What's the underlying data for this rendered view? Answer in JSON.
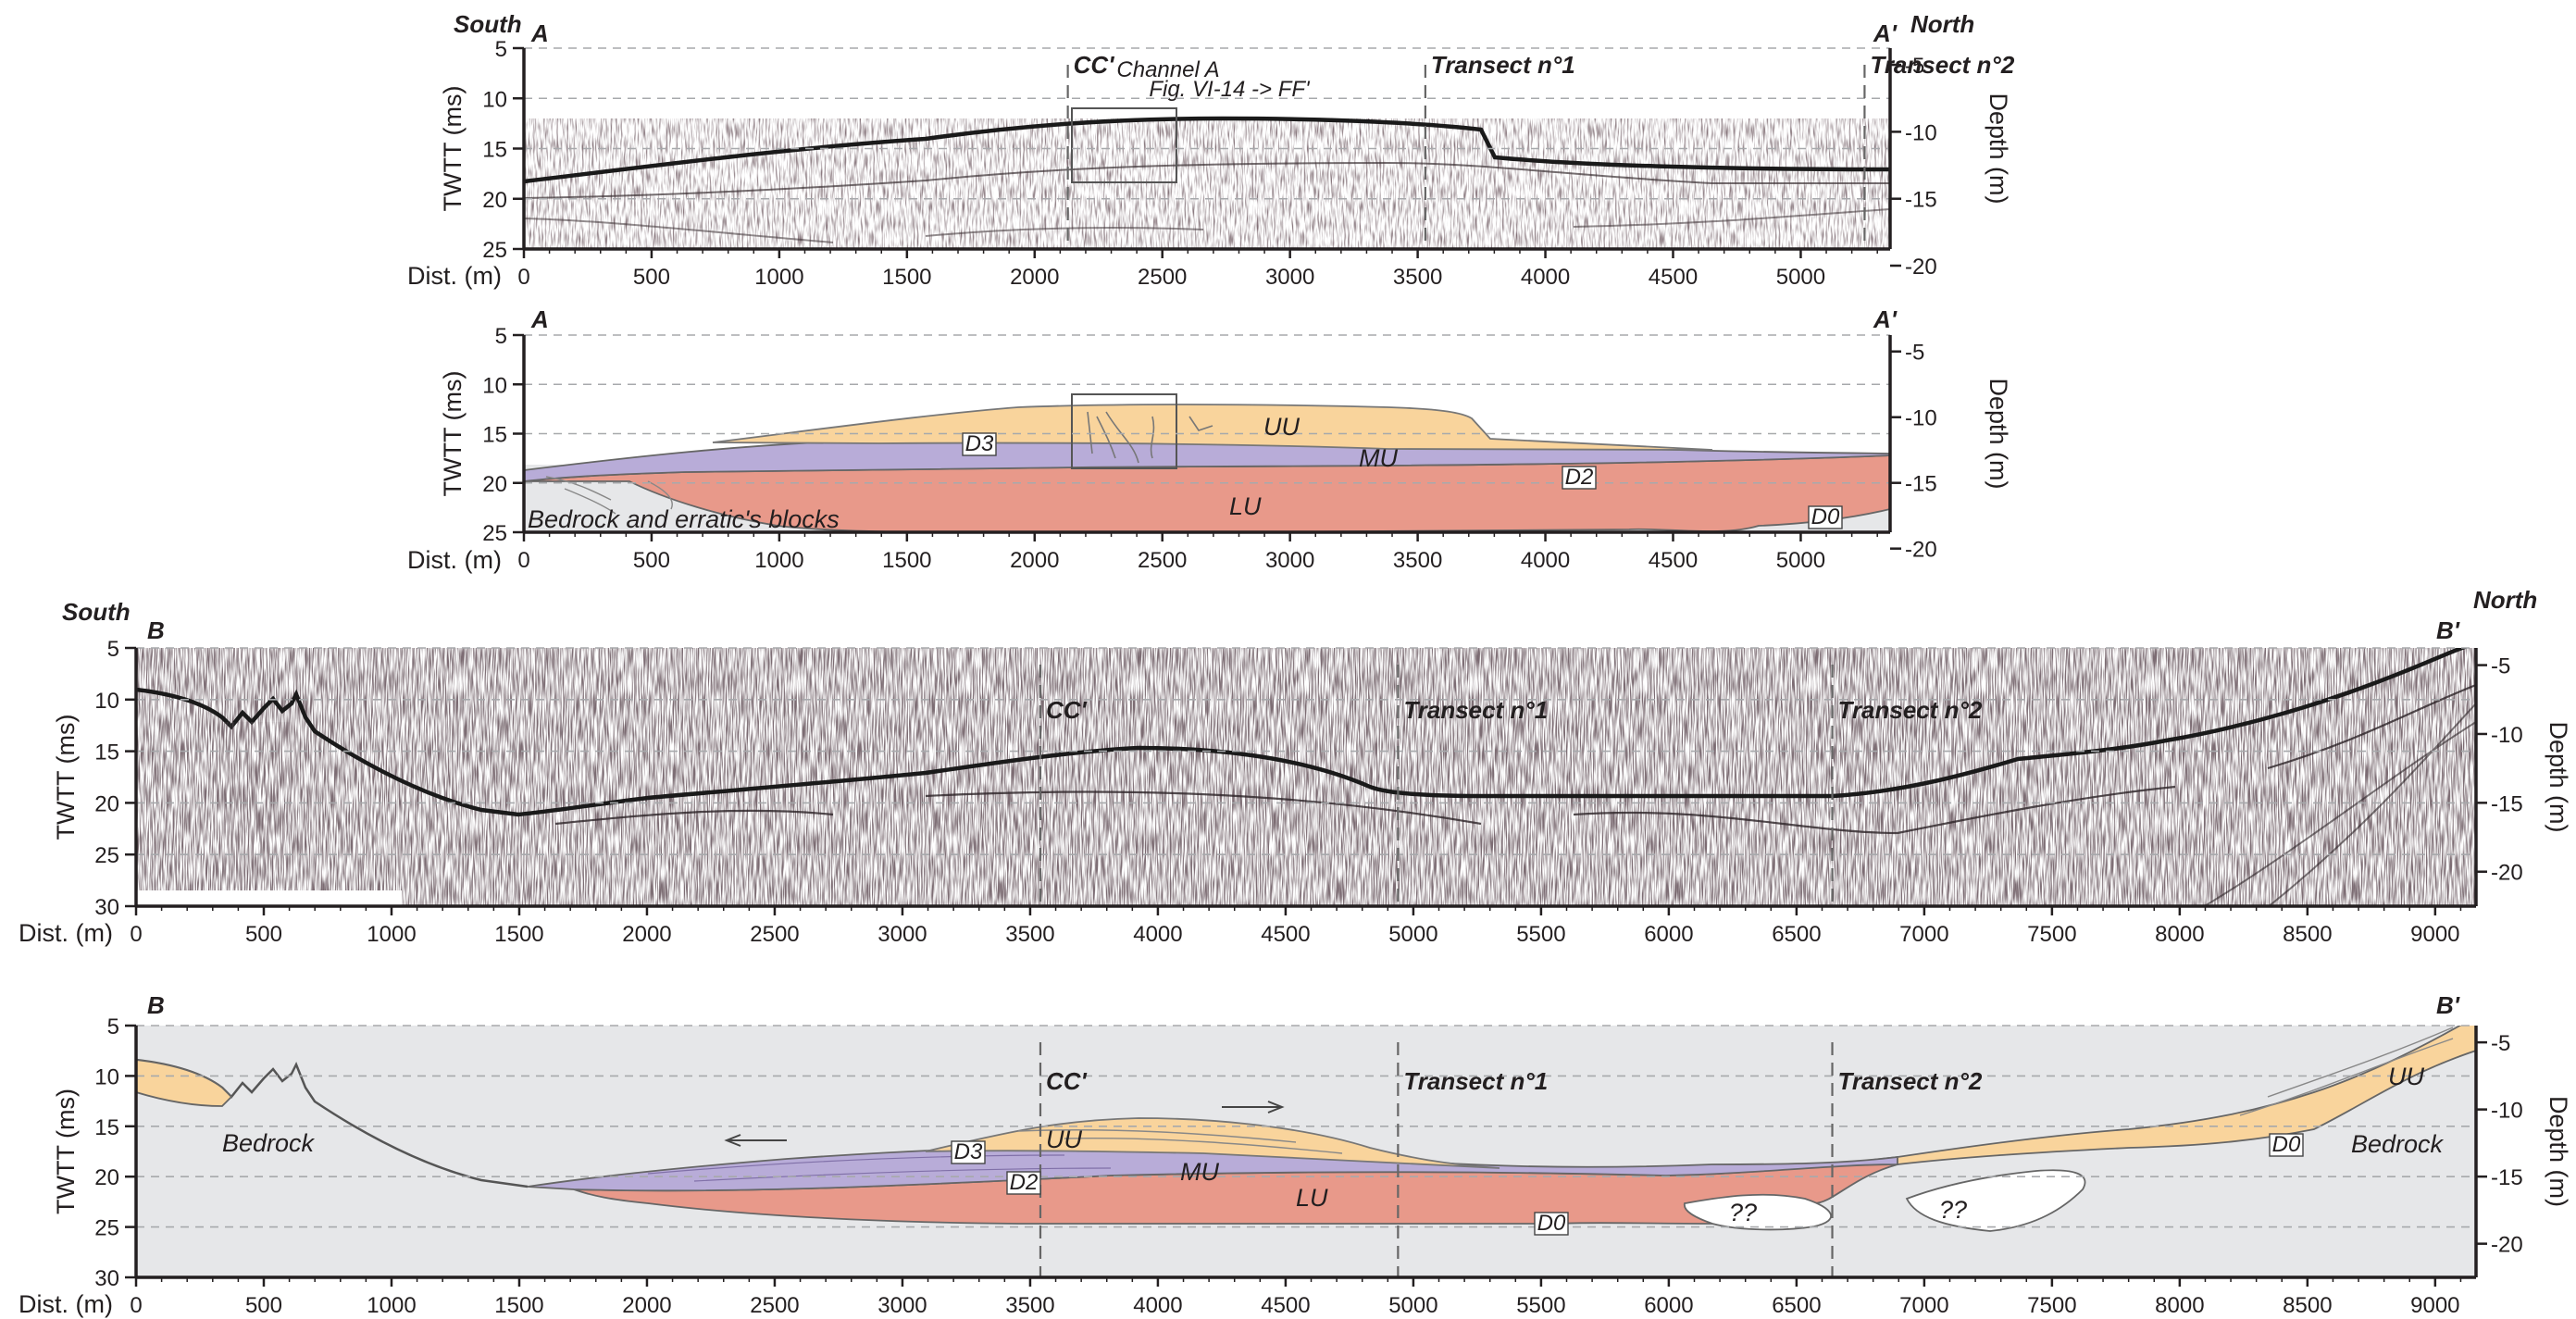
{
  "panels": [
    {
      "id": "p1",
      "type": "seismic",
      "corner_left": "A",
      "corner_right": "A'",
      "dir_left": "South",
      "dir_right": "North",
      "y_title": "TWTT (ms)",
      "depth_title": "Depth (m)",
      "x_title": "Dist. (m)",
      "x_ticks": [
        "0",
        "500",
        "1000",
        "1500",
        "2000",
        "2500",
        "3000",
        "3500",
        "4000",
        "4500",
        "5000"
      ],
      "x_tick_values": [
        0,
        500,
        1000,
        1500,
        2000,
        2500,
        3000,
        3500,
        4000,
        4500,
        5000
      ],
      "x_range": [
        0,
        5350
      ],
      "y_ticks": [
        "5",
        "10",
        "15",
        "20",
        "25"
      ],
      "y_tick_values": [
        5,
        10,
        15,
        20,
        25
      ],
      "y_range": [
        5,
        25
      ],
      "depth_ticks": [
        "-5",
        "-10",
        "-15",
        "-20"
      ],
      "depth_tick_values": [
        -5,
        -10,
        -15,
        -20
      ],
      "vlines": [
        {
          "dist": 2130,
          "label": "CC'"
        },
        {
          "dist": 3530,
          "label": "Transect n°1"
        },
        {
          "dist": 5250,
          "label": "Transect n°2"
        }
      ],
      "notes": [
        "Channel A",
        "Fig. VI-14 -> FF'"
      ]
    },
    {
      "id": "p2",
      "type": "interpretation",
      "corner_left": "A",
      "corner_right": "A'",
      "y_title": "TWTT (ms)",
      "depth_title": "Depth (m)",
      "x_title": "Dist. (m)",
      "x_ticks": [
        "0",
        "500",
        "1000",
        "1500",
        "2000",
        "2500",
        "3000",
        "3500",
        "4000",
        "4500",
        "5000"
      ],
      "x_tick_values": [
        0,
        500,
        1000,
        1500,
        2000,
        2500,
        3000,
        3500,
        4000,
        4500,
        5000
      ],
      "x_range": [
        0,
        5350
      ],
      "y_ticks": [
        "5",
        "10",
        "15",
        "20",
        "25"
      ],
      "y_tick_values": [
        5,
        10,
        15,
        20,
        25
      ],
      "y_range": [
        5,
        25
      ],
      "depth_ticks": [
        "-5",
        "-10",
        "-15",
        "-20"
      ],
      "depth_tick_values": [
        -5,
        -10,
        -15,
        -20
      ],
      "labels": {
        "uu": "UU",
        "mu": "MU",
        "lu": "LU",
        "d3": "D3",
        "d2": "D2",
        "d0": "D0",
        "bedrock": "Bedrock and erratic's blocks"
      }
    },
    {
      "id": "p3",
      "type": "seismic",
      "corner_left": "B",
      "corner_right": "B'",
      "dir_left": "South",
      "dir_right": "North",
      "y_title": "TWTT (ms)",
      "depth_title": "Depth (m)",
      "x_title": "Dist. (m)",
      "x_ticks": [
        "0",
        "500",
        "1000",
        "1500",
        "2000",
        "2500",
        "3000",
        "3500",
        "4000",
        "4500",
        "5000",
        "5500",
        "6000",
        "6500",
        "7000",
        "7500",
        "8000",
        "8500",
        "9000"
      ],
      "x_tick_values": [
        0,
        500,
        1000,
        1500,
        2000,
        2500,
        3000,
        3500,
        4000,
        4500,
        5000,
        5500,
        6000,
        6500,
        7000,
        7500,
        8000,
        8500,
        9000
      ],
      "x_range": [
        0,
        9160
      ],
      "y_ticks": [
        "5",
        "10",
        "15",
        "20",
        "25",
        "30"
      ],
      "y_tick_values": [
        5,
        10,
        15,
        20,
        25,
        30
      ],
      "y_range": [
        5,
        30
      ],
      "depth_ticks": [
        "-5",
        "-10",
        "-15",
        "-20"
      ],
      "depth_tick_values": [
        -5,
        -10,
        -15,
        -20
      ],
      "vlines": [
        {
          "dist": 3540,
          "label": "CC'"
        },
        {
          "dist": 4940,
          "label": "Transect n°1"
        },
        {
          "dist": 6640,
          "label": "Transect n°2"
        }
      ]
    },
    {
      "id": "p4",
      "type": "interpretation",
      "corner_left": "B",
      "corner_right": "B'",
      "y_title": "TWTT (ms)",
      "depth_title": "Depth (m)",
      "x_title": "Dist. (m)",
      "x_ticks": [
        "0",
        "500",
        "1000",
        "1500",
        "2000",
        "2500",
        "3000",
        "3500",
        "4000",
        "4500",
        "5000",
        "5500",
        "6000",
        "6500",
        "7000",
        "7500",
        "8000",
        "8500",
        "9000"
      ],
      "x_tick_values": [
        0,
        500,
        1000,
        1500,
        2000,
        2500,
        3000,
        3500,
        4000,
        4500,
        5000,
        5500,
        6000,
        6500,
        7000,
        7500,
        8000,
        8500,
        9000
      ],
      "x_range": [
        0,
        9160
      ],
      "y_ticks": [
        "5",
        "10",
        "15",
        "20",
        "25",
        "30"
      ],
      "y_tick_values": [
        5,
        10,
        15,
        20,
        25,
        30
      ],
      "y_range": [
        5,
        30
      ],
      "depth_ticks": [
        "-5",
        "-10",
        "-15",
        "-20"
      ],
      "depth_tick_values": [
        -5,
        -10,
        -15,
        -20
      ],
      "vlines": [
        {
          "dist": 3540,
          "label": "CC'"
        },
        {
          "dist": 4940,
          "label": "Transect n°1"
        },
        {
          "dist": 6640,
          "label": "Transect n°2"
        }
      ],
      "labels": {
        "uu": "UU",
        "uu2": "UU",
        "mu": "MU",
        "lu": "LU",
        "d3": "D3",
        "d2": "D2",
        "d0": "D0",
        "d0b": "D0",
        "bedrock_left": "Bedrock",
        "bedrock_right": "Bedrock",
        "unknown1": "??",
        "unknown2": "??"
      }
    }
  ],
  "colors": {
    "uu": "#f9d49c",
    "mu": "#b8acd8",
    "lu": "#e8998a",
    "bedrock": "#e6e7e9",
    "grid": "#a7a9ac",
    "axis": "#231f20",
    "seabed": "#1a1a1a"
  }
}
